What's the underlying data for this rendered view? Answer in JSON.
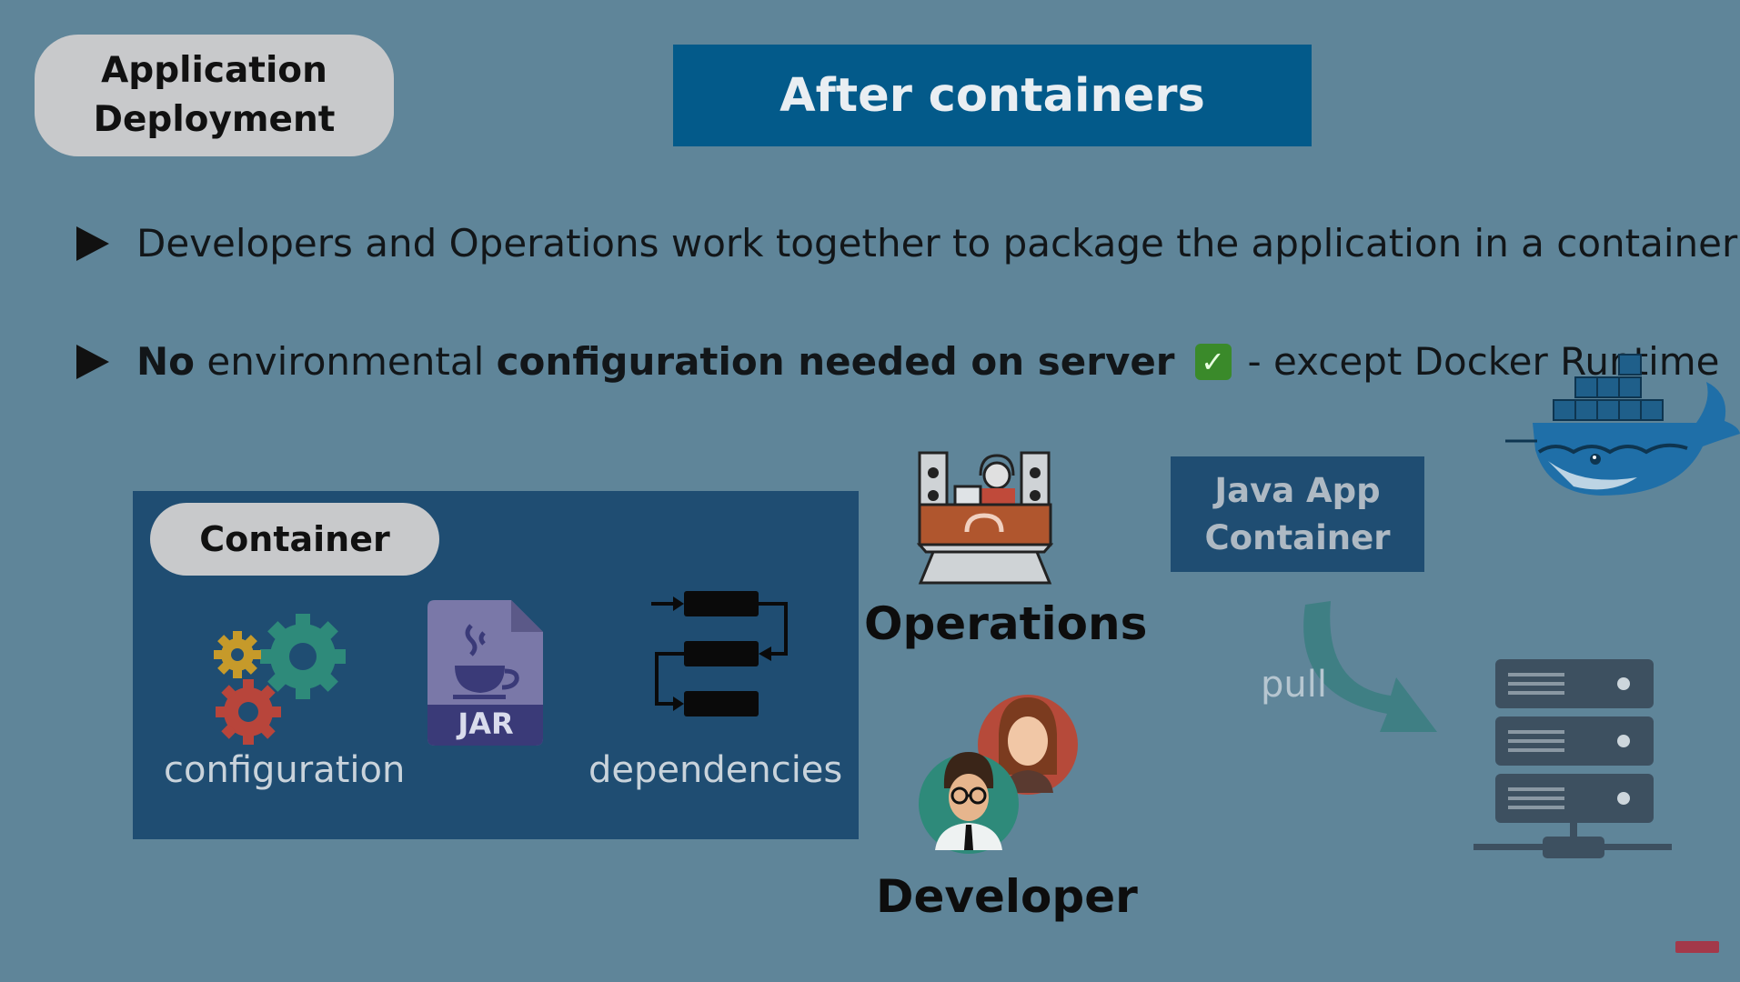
{
  "header": {
    "section_title_line1": "Application",
    "section_title_line2": "Deployment",
    "banner": "After containers"
  },
  "bullets": [
    {
      "text": "Developers and Operations work together to package the application in a container"
    },
    {
      "part1_bold": "No",
      "part2": " environmental ",
      "part3_bold": "configuration needed on server",
      "part4": "- except Docker Runtime"
    }
  ],
  "container_panel": {
    "title": "Container",
    "jar_label": "JAR",
    "configuration_label": "configuration",
    "dependencies_label": "dependencies"
  },
  "roles": {
    "operations": "Operations",
    "developer": "Developer"
  },
  "java_app_box": {
    "line1": "Java App",
    "line2": "Container"
  },
  "pull_label": "pull",
  "icons": {
    "docker": "docker-whale-icon",
    "server": "server-rack-icon",
    "gears": "gears-icon",
    "jar": "jar-file-icon",
    "deps": "dependencies-flow-icon",
    "ops": "operations-desk-icon",
    "dev": "developer-avatars-icon",
    "check": "check-mark-icon"
  },
  "colors": {
    "background": "#5f8599",
    "banner": "#035a8a",
    "panel": "#1f4d72",
    "pill": "#c8c9cb"
  }
}
